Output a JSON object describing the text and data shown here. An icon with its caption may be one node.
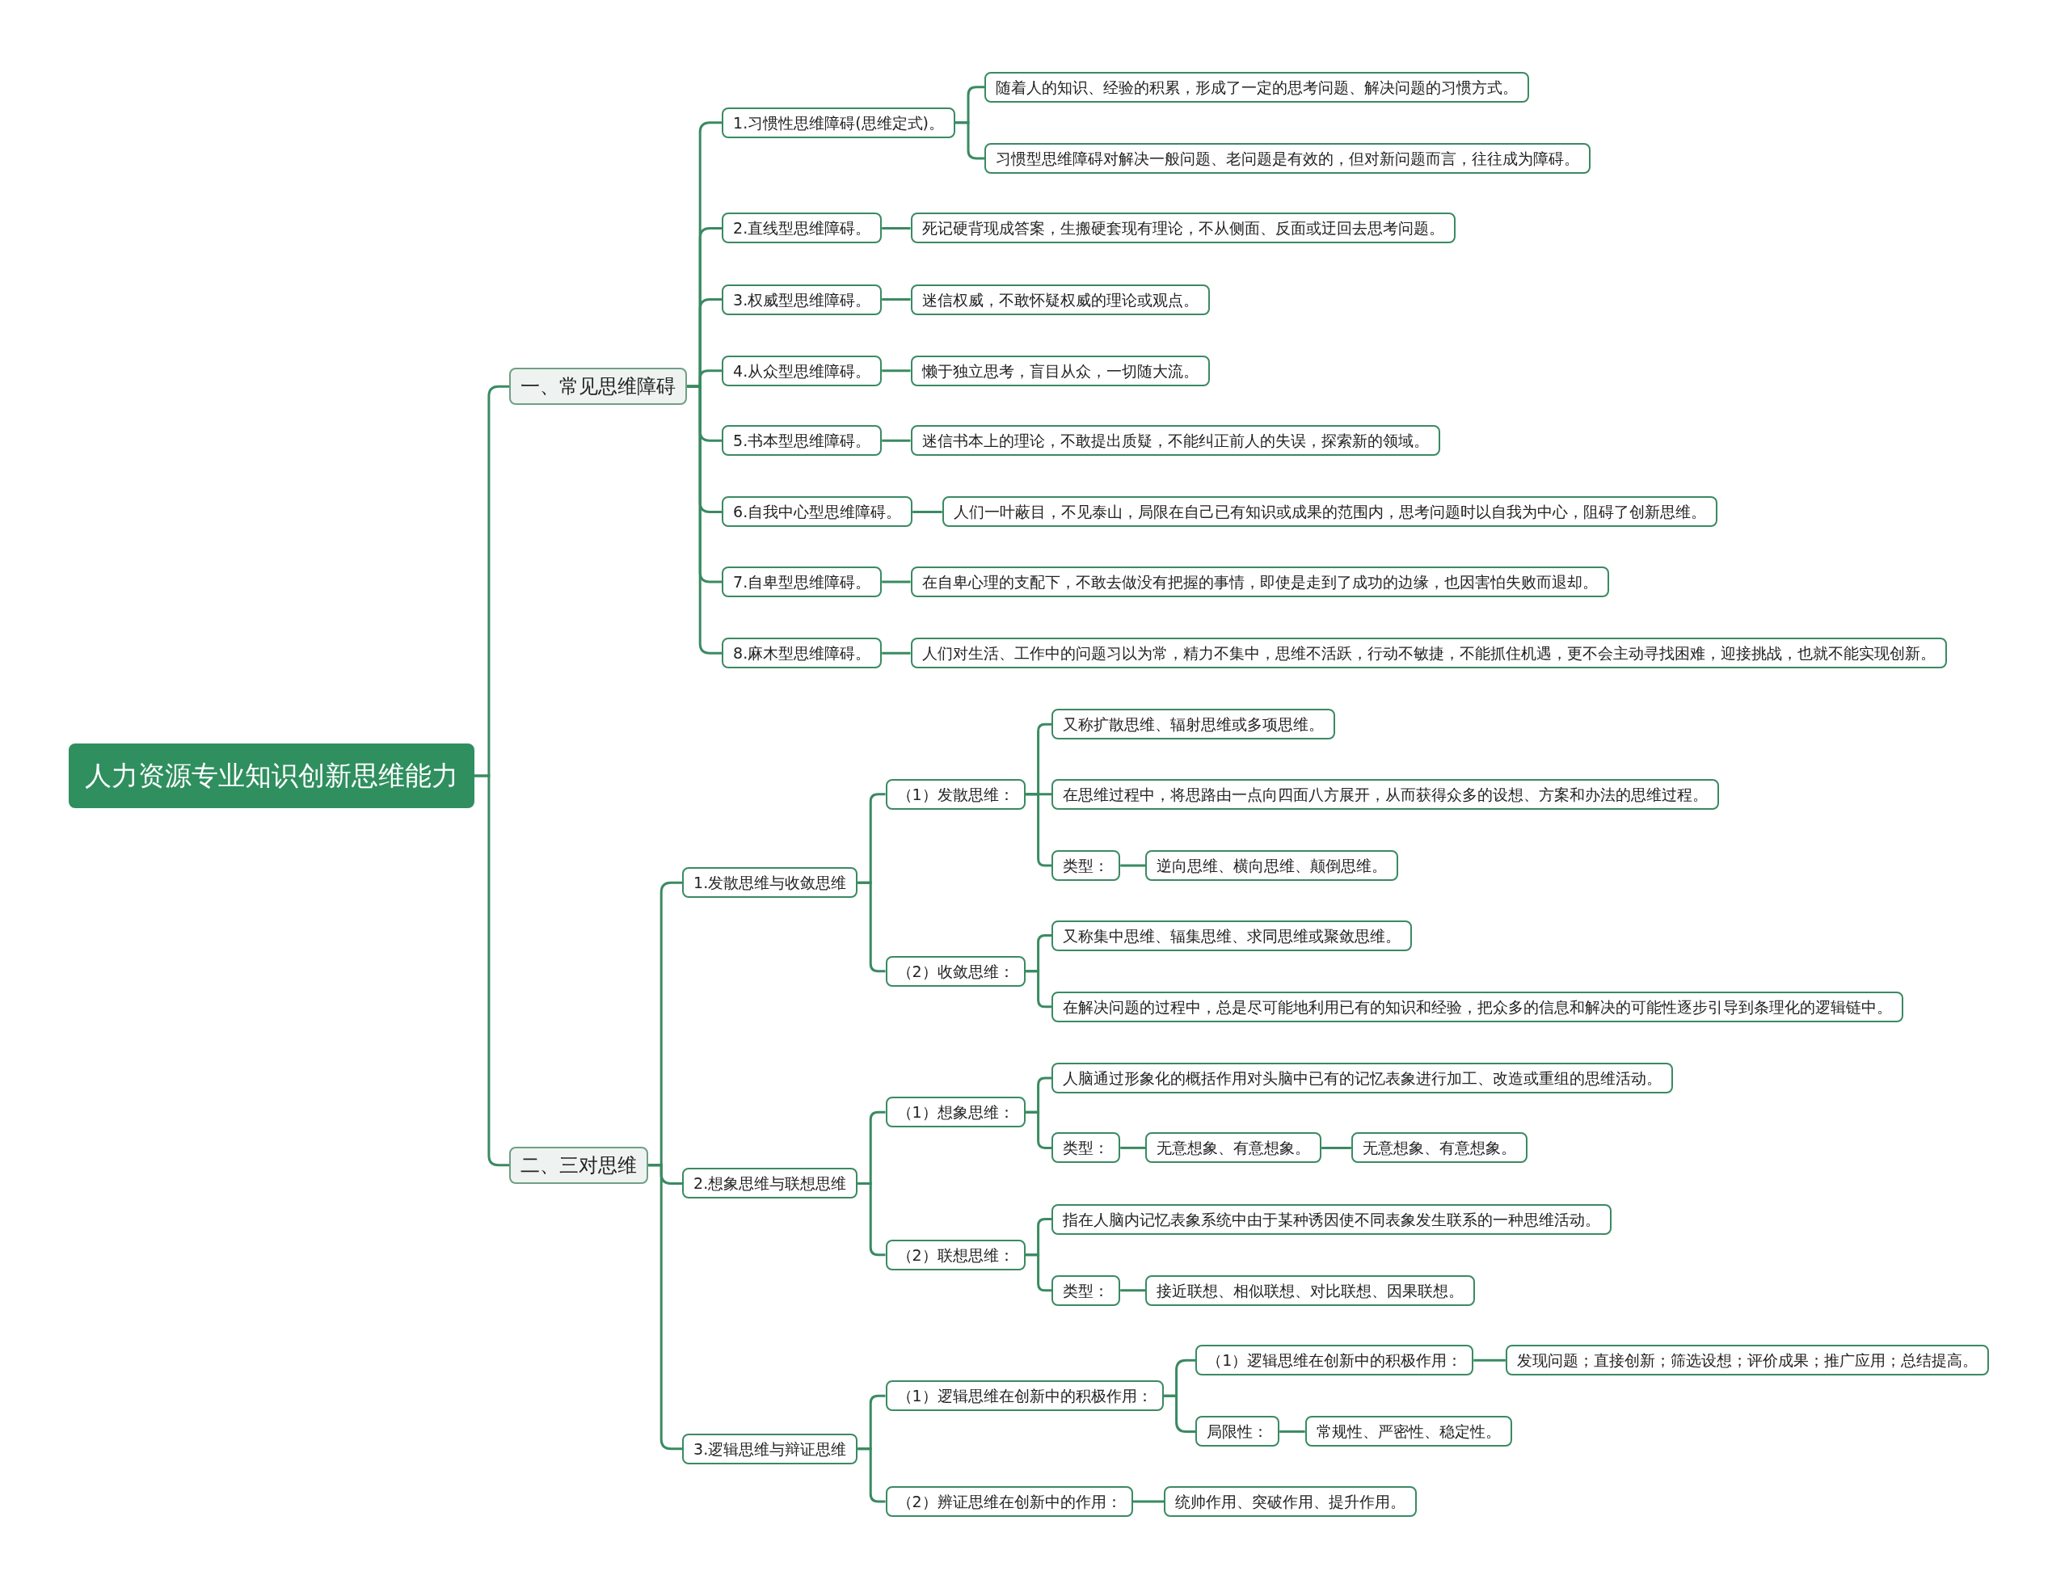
{
  "diagram": {
    "nodes": [
      {
        "text": [
          "人力资源专业知识创新思维能力"
        ]
      },
      {
        "text": [
          "一、常见思维障碍"
        ]
      },
      {
        "text": [
          "1.习惯性思维障碍(思维定式)。"
        ]
      },
      {
        "text": [
          "随着人的知识、经验的积累，形成了一定的思考问题、解决问题的习惯方式。"
        ]
      },
      {
        "text": [
          "习惯型思维障碍对解决一般问题、老问题是有效的，但对新问题而言，往往成为障碍。"
        ]
      },
      {
        "text": [
          "2.直线型思维障碍。"
        ]
      },
      {
        "text": [
          "死记硬背现成答案，生搬硬套现有理论，不从侧面、反面或迂回去思考问题。"
        ]
      },
      {
        "text": [
          "3.权威型思维障碍。"
        ]
      },
      {
        "text": [
          "迷信权威，不敢怀疑权威的理论或观点。"
        ]
      },
      {
        "text": [
          "4.从众型思维障碍。"
        ]
      },
      {
        "text": [
          "懒于独立思考，盲目从众，一切随大流。"
        ]
      },
      {
        "text": [
          "5.书本型思维障碍。"
        ]
      },
      {
        "text": [
          "迷信书本上的理论，不敢提出质疑，不能纠正前人的失误，探索新的领域。"
        ]
      },
      {
        "text": [
          "6.自我中心型思维障碍。"
        ]
      },
      {
        "text": [
          "人们一叶蔽目，不见泰山，局限在自己已有知识或成果的范围内，思考问题时以自我为中心，阻碍了创新思维。"
        ]
      },
      {
        "text": [
          "7.自卑型思维障碍。"
        ]
      },
      {
        "text": [
          "在自卑心理的支配下，不敢去做没有把握的事情，即使是走到了成功的边缘，也因害怕失败而退却。"
        ]
      },
      {
        "text": [
          "8.麻木型思维障碍。"
        ]
      },
      {
        "text": [
          "人们对生活、工作中的问题习以为常，精力不集中，思维不活跃，行动不敏捷，不能抓住机遇，更不会主动寻找困难，迎接挑战，也就不能实现创新。"
        ]
      },
      {
        "text": [
          "二、三对思维"
        ]
      },
      {
        "text": [
          "1.发散思维与收敛思维"
        ]
      },
      {
        "text": [
          "（1）发散思维："
        ]
      },
      {
        "text": [
          "又称扩散思维、辐射思维或多项思维。"
        ]
      },
      {
        "text": [
          "在思维过程中，将思路由一点向四面八方展开，从而获得众多的设想、方案和办法的思维过程。"
        ]
      },
      {
        "text": [
          "类型："
        ]
      },
      {
        "text": [
          "逆向思维、横向思维、颠倒思维。"
        ]
      },
      {
        "text": [
          "（2）收敛思维："
        ]
      },
      {
        "text": [
          "又称集中思维、辐集思维、求同思维或聚敛思维。"
        ]
      },
      {
        "text": [
          "在解决问题的过程中，总是尽可能地利用已有的知识和经验，把众多的信息和解决的可能性逐步引导到条理化的逻辑链中。"
        ]
      },
      {
        "text": [
          "2.想象思维与联想思维"
        ]
      },
      {
        "text": [
          "（1）想象思维："
        ]
      },
      {
        "text": [
          "人脑通过形象化的概括作用对头脑中已有的记忆表象进行加工、改造或重组的思维活动。"
        ]
      },
      {
        "text": [
          "类型："
        ]
      },
      {
        "text": [
          "无意想象、有意想象。"
        ]
      },
      {
        "text": [
          "无意想象、有意想象。"
        ]
      },
      {
        "text": [
          "（2）联想思维："
        ]
      },
      {
        "text": [
          "指在人脑内记忆表象系统中由于某种诱因使不同表象发生联系的一种思维活动。"
        ]
      },
      {
        "text": [
          "类型："
        ]
      },
      {
        "text": [
          "接近联想、相似联想、对比联想、因果联想。"
        ]
      },
      {
        "text": [
          "3.逻辑思维与辩证思维"
        ]
      },
      {
        "text": [
          "（1）逻辑思维在创新中的积极作用："
        ]
      },
      {
        "text": [
          "（1）逻辑思维在创新中的积极作用："
        ]
      },
      {
        "text": [
          "发现问题；直接创新；筛选设想；评价成果；推广应用；总结提高。"
        ]
      },
      {
        "text": [
          "局限性："
        ]
      },
      {
        "text": [
          "常规性、严密性、稳定性。"
        ]
      },
      {
        "text": [
          "（2）辨证思维在创新中的作用："
        ]
      },
      {
        "text": [
          "统帅作用、突破作用、提升作用。"
        ]
      }
    ],
    "edges": [
      {
        "from": 0,
        "to": 1,
        "arrow": "none"
      },
      {
        "from": 1,
        "to": 2,
        "arrow": "none"
      },
      {
        "from": 2,
        "to": 3,
        "arrow": "none"
      },
      {
        "from": 2,
        "to": 4,
        "arrow": "none"
      },
      {
        "from": 1,
        "to": 5,
        "arrow": "none"
      },
      {
        "from": 5,
        "to": 6,
        "arrow": "none"
      },
      {
        "from": 1,
        "to": 7,
        "arrow": "none"
      },
      {
        "from": 7,
        "to": 8,
        "arrow": "none"
      },
      {
        "from": 1,
        "to": 9,
        "arrow": "none"
      },
      {
        "from": 9,
        "to": 10,
        "arrow": "none"
      },
      {
        "from": 1,
        "to": 11,
        "arrow": "none"
      },
      {
        "from": 11,
        "to": 12,
        "arrow": "none"
      },
      {
        "from": 1,
        "to": 13,
        "arrow": "none"
      },
      {
        "from": 13,
        "to": 14,
        "arrow": "none"
      },
      {
        "from": 1,
        "to": 15,
        "arrow": "none"
      },
      {
        "from": 15,
        "to": 16,
        "arrow": "none"
      },
      {
        "from": 1,
        "to": 17,
        "arrow": "none"
      },
      {
        "from": 17,
        "to": 18,
        "arrow": "none"
      },
      {
        "from": 0,
        "to": 19,
        "arrow": "none"
      },
      {
        "from": 19,
        "to": 20,
        "arrow": "none"
      },
      {
        "from": 20,
        "to": 21,
        "arrow": "none"
      },
      {
        "from": 21,
        "to": 22,
        "arrow": "none"
      },
      {
        "from": 21,
        "to": 23,
        "arrow": "none"
      },
      {
        "from": 21,
        "to": 24,
        "arrow": "none"
      },
      {
        "from": 24,
        "to": 25,
        "arrow": "none"
      },
      {
        "from": 20,
        "to": 26,
        "arrow": "none"
      },
      {
        "from": 26,
        "to": 27,
        "arrow": "none"
      },
      {
        "from": 26,
        "to": 28,
        "arrow": "none"
      },
      {
        "from": 19,
        "to": 29,
        "arrow": "none"
      },
      {
        "from": 29,
        "to": 30,
        "arrow": "none"
      },
      {
        "from": 30,
        "to": 31,
        "arrow": "none"
      },
      {
        "from": 30,
        "to": 32,
        "arrow": "none"
      },
      {
        "from": 32,
        "to": 33,
        "arrow": "none"
      },
      {
        "from": 33,
        "to": 34,
        "arrow": "none"
      },
      {
        "from": 29,
        "to": 35,
        "arrow": "none"
      },
      {
        "from": 35,
        "to": 36,
        "arrow": "none"
      },
      {
        "from": 35,
        "to": 37,
        "arrow": "none"
      },
      {
        "from": 37,
        "to": 38,
        "arrow": "none"
      },
      {
        "from": 19,
        "to": 39,
        "arrow": "none"
      },
      {
        "from": 39,
        "to": 40,
        "arrow": "none"
      },
      {
        "from": 40,
        "to": 41,
        "arrow": "none"
      },
      {
        "from": 41,
        "to": 42,
        "arrow": "none"
      },
      {
        "from": 40,
        "to": 43,
        "arrow": "none"
      },
      {
        "from": 43,
        "to": 44,
        "arrow": "none"
      },
      {
        "from": 39,
        "to": 45,
        "arrow": "none"
      },
      {
        "from": 45,
        "to": 46,
        "arrow": "none"
      }
    ]
  }
}
